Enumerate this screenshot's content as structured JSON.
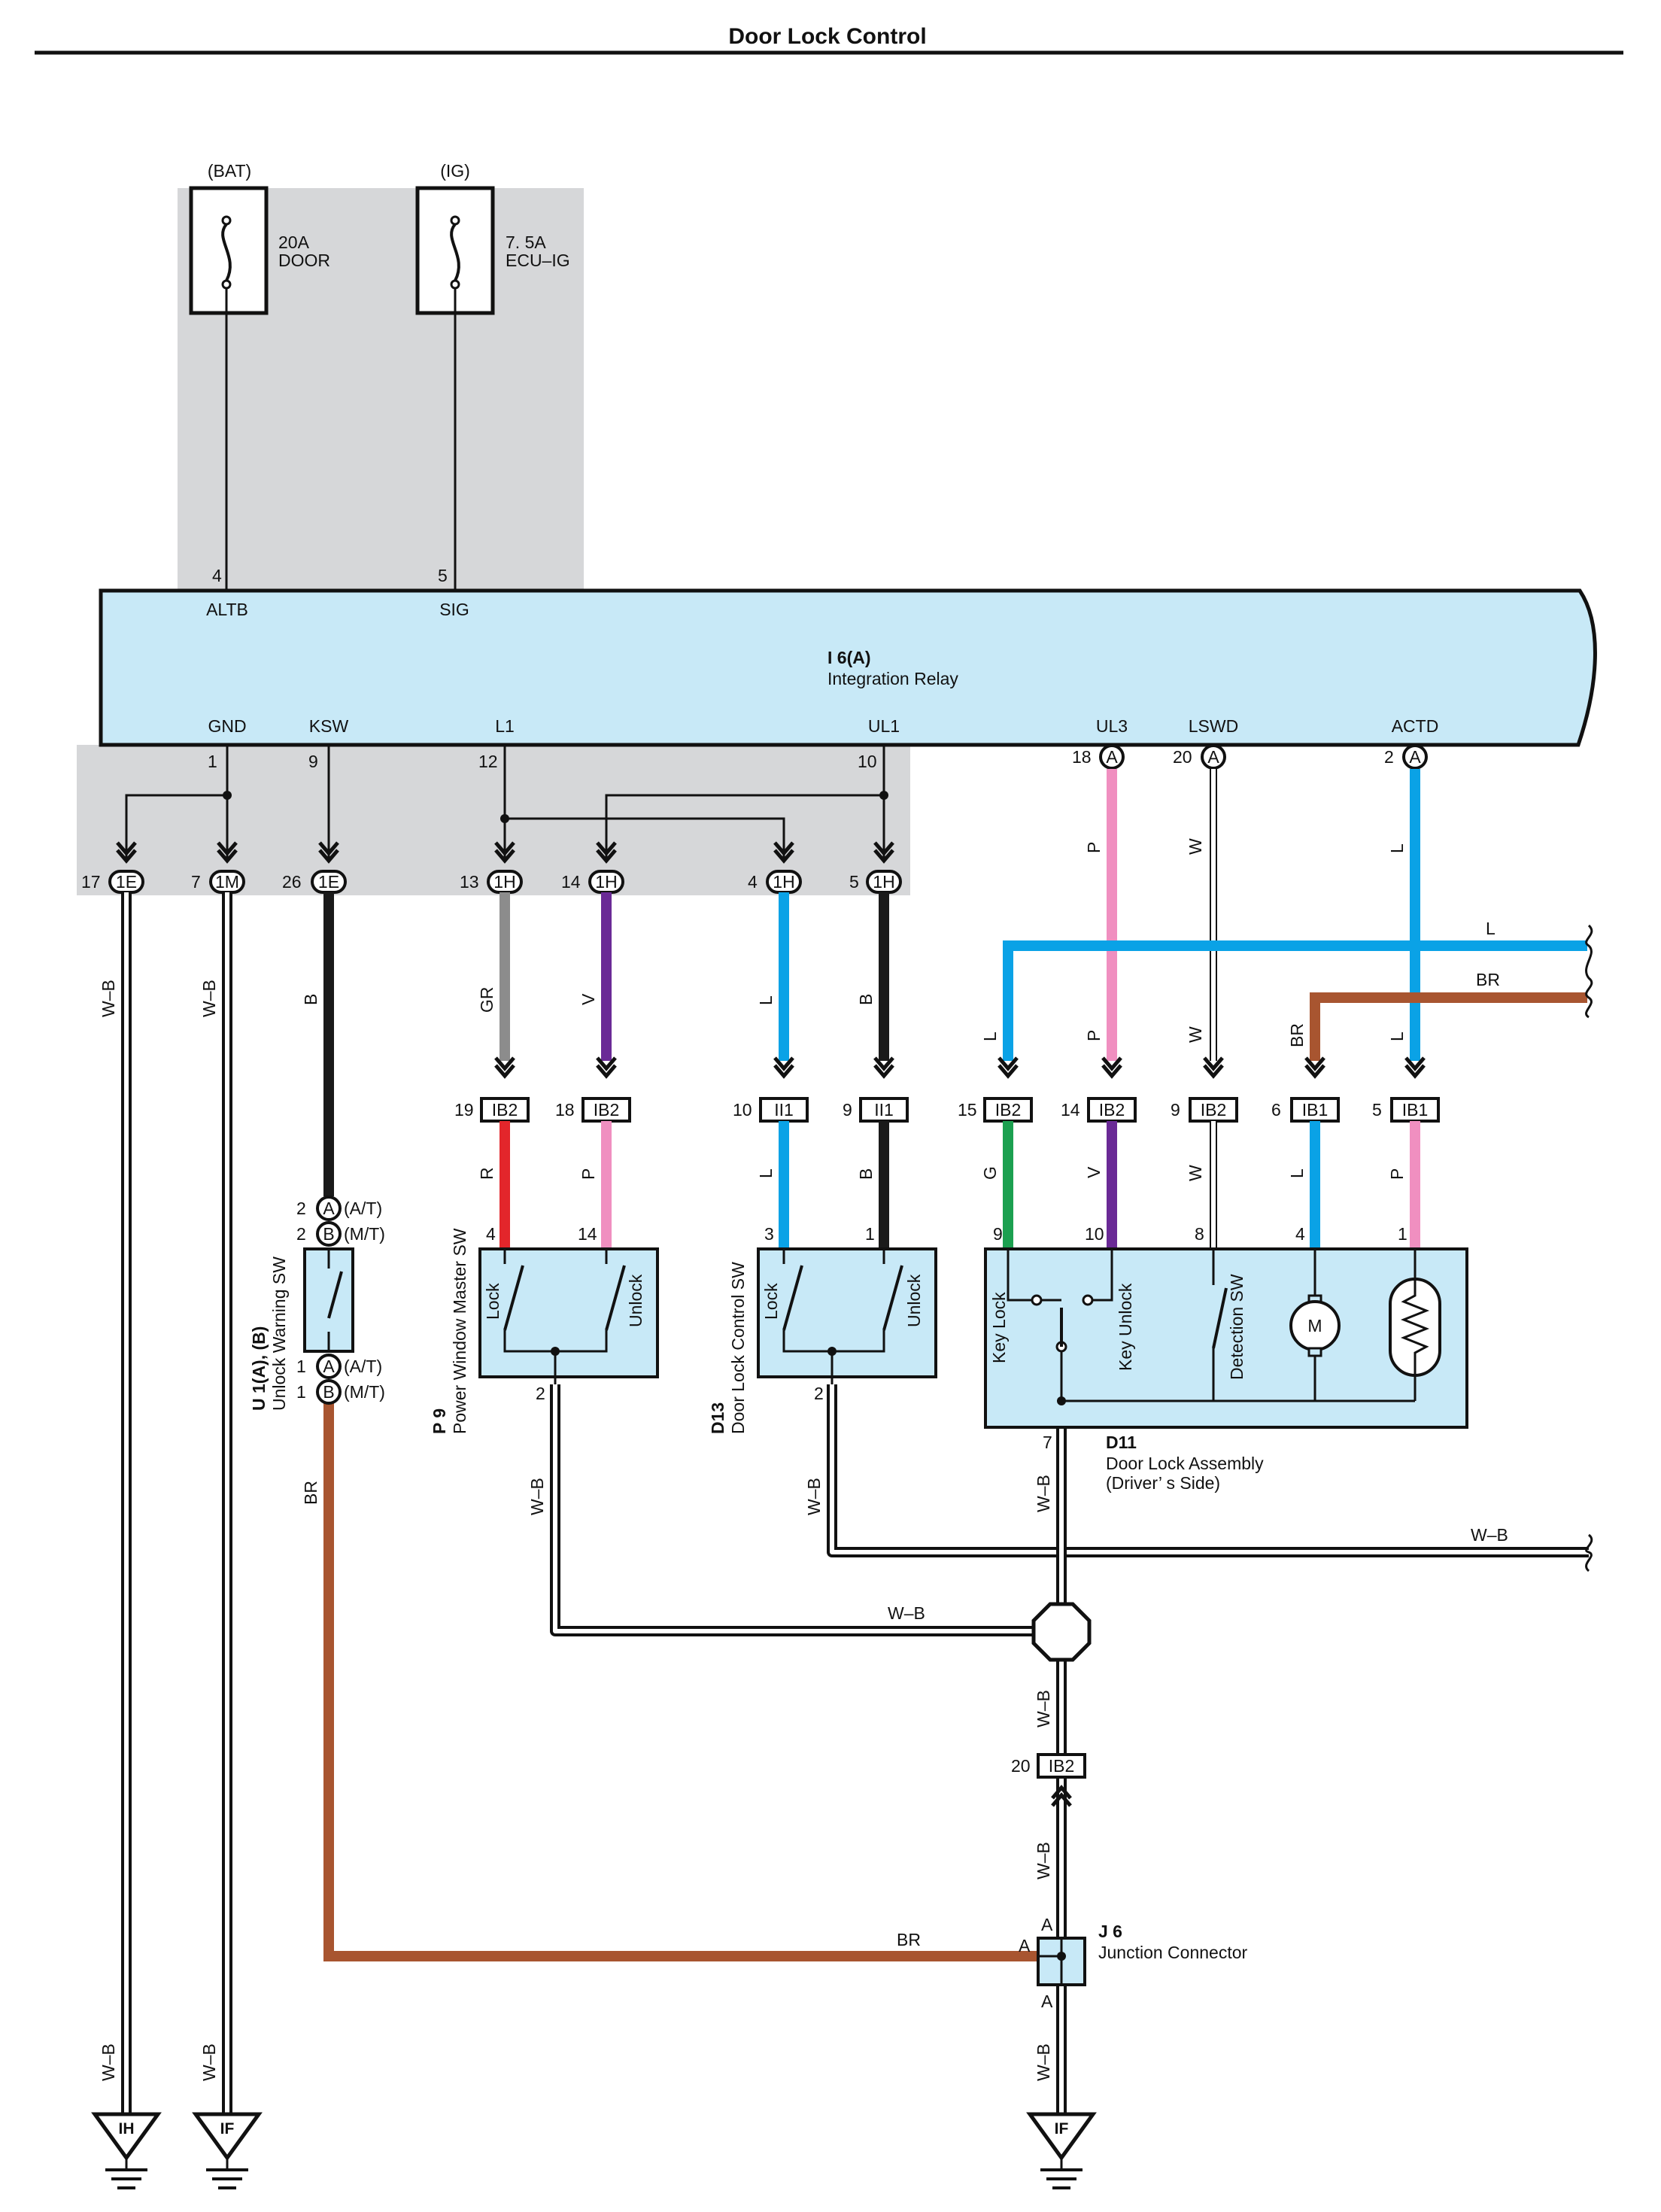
{
  "title": "Door Lock Control",
  "colors": {
    "L": "#0aa2e6",
    "P": "#f08fc0",
    "BR": "#a85530",
    "B": "#1a1a1a",
    "GR": "#8c8c8c",
    "V": "#6a2a96",
    "R": "#e3262b",
    "G": "#1ca050",
    "W": "#ffffff",
    "relay": "#c8e9f7",
    "shade": "#d6d7d9"
  },
  "fuses": [
    {
      "source": "(BAT)",
      "rating": "20A",
      "name": "DOOR"
    },
    {
      "source": "(IG)",
      "rating": "7. 5A",
      "name": "ECU–IG"
    }
  ],
  "relay": {
    "code": "I 6(A)",
    "name": "Integration Relay",
    "top_pins": [
      {
        "num": "4",
        "name": "ALTB"
      },
      {
        "num": "5",
        "name": "SIG"
      }
    ],
    "bottom_pins": [
      {
        "num": "1",
        "name": "GND"
      },
      {
        "num": "9",
        "name": "KSW"
      },
      {
        "num": "12",
        "name": "L1"
      },
      {
        "num": "10",
        "name": "UL1"
      },
      {
        "num": "18",
        "name": "UL3",
        "badge": "A"
      },
      {
        "num": "20",
        "name": "LSWD",
        "badge": "A"
      },
      {
        "num": "2",
        "name": "ACTD",
        "badge": "A"
      }
    ]
  },
  "row1_connectors": [
    {
      "num": "17",
      "code": "1E"
    },
    {
      "num": "7",
      "code": "1M"
    },
    {
      "num": "26",
      "code": "1E"
    },
    {
      "num": "13",
      "code": "1H"
    },
    {
      "num": "14",
      "code": "1H"
    },
    {
      "num": "4",
      "code": "1H"
    },
    {
      "num": "5",
      "code": "1H"
    }
  ],
  "row2_connectors": [
    {
      "num": "19",
      "code": "IB2"
    },
    {
      "num": "18",
      "code": "IB2"
    },
    {
      "num": "10",
      "code": "II1"
    },
    {
      "num": "9",
      "code": "II1"
    },
    {
      "num": "15",
      "code": "IB2"
    },
    {
      "num": "14",
      "code": "IB2"
    },
    {
      "num": "9",
      "code": "IB2"
    },
    {
      "num": "6",
      "code": "IB1"
    },
    {
      "num": "5",
      "code": "IB1"
    }
  ],
  "wire_labels": {
    "w1": "W–B",
    "w2": "W–B",
    "w3": "B",
    "w4": "GR",
    "w5": "V",
    "w6": "L",
    "w7": "B",
    "w8": "P",
    "w9": "W",
    "w10": "L",
    "harness_l": "L",
    "harness_br": "BR",
    "r1": "L",
    "r2": "P",
    "r3": "W",
    "r4": "BR",
    "r5": "L",
    "pw1": "R",
    "pw2": "P",
    "dl1": "L",
    "dl2": "B",
    "d1": "G",
    "d2": "V",
    "d3": "W",
    "d4": "L",
    "d5": "P",
    "u_br": "BR",
    "pw_wb": "W–B",
    "dl_wb": "W–B",
    "d11_wb": "W–B",
    "wb_right": "W–B",
    "wb_mid": "W–B",
    "wb_j1": "W–B",
    "wb_j2": "W–B",
    "wb_j3": "W–B",
    "br_bottom": "BR",
    "g1": "W–B",
    "g2": "W–B"
  },
  "unlock_warning_sw": {
    "code": "U 1(A), (B)",
    "name": "Unlock Warning SW",
    "pins": [
      {
        "num": "2",
        "badge": "A",
        "note": "(A/T)"
      },
      {
        "num": "2",
        "badge": "B",
        "note": "(M/T)"
      },
      {
        "num": "1",
        "badge": "A",
        "note": "(A/T)"
      },
      {
        "num": "1",
        "badge": "B",
        "note": "(M/T)"
      }
    ]
  },
  "power_window_sw": {
    "code": "P 9",
    "name": "Power Window Master SW",
    "lock": "Lock",
    "unlock": "Unlock",
    "pin_lock": "4",
    "pin_unlock": "14",
    "pin_gnd": "2"
  },
  "door_lock_sw": {
    "code": "D13",
    "name": "Door Lock Control SW",
    "lock": "Lock",
    "unlock": "Unlock",
    "pin_lock": "3",
    "pin_unlock": "1",
    "pin_gnd": "2"
  },
  "door_lock_assy": {
    "code": "D11",
    "name": "Door Lock Assembly",
    "side": "(Driver’ s Side)",
    "key_lock": "Key Lock",
    "key_unlock": "Key Unlock",
    "detection": "Detection SW",
    "motor": "M",
    "pins": [
      "9",
      "10",
      "8",
      "4",
      "1"
    ],
    "pin_gnd": "7"
  },
  "ib2_lower": {
    "num": "20",
    "code": "IB2"
  },
  "junction": {
    "code": "J 6",
    "name": "Junction Connector",
    "a_top": "A",
    "a_left": "A",
    "a_bottom": "A"
  },
  "grounds": [
    "IH",
    "IF",
    "IF"
  ]
}
